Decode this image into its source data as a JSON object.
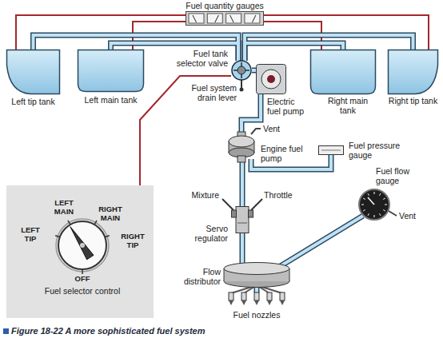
{
  "diagram": {
    "caption": "Figure 18-22 A more sophisticated fuel system",
    "nodes": [
      {
        "text": [
          "Fuel quantity gauges"
        ]
      },
      {
        "text": [
          "Left tip tank"
        ]
      },
      {
        "text": [
          "Left main tank"
        ]
      },
      {
        "text": [
          "Fuel tank selector valve"
        ]
      },
      {
        "text": [
          "Electric fuel pump"
        ]
      },
      {
        "text": [
          "Right main tank"
        ]
      },
      {
        "text": [
          "Right tip tank"
        ]
      },
      {
        "text": [
          "Engine fuel pump"
        ]
      },
      {
        "text": [
          "Fuel pressure gauge"
        ]
      },
      {
        "text": [
          "Servo regulator"
        ]
      },
      {
        "text": [
          "Fuel flow gauge"
        ]
      },
      {
        "text": [
          "LEFT MAIN",
          "RIGHT MAIN",
          "LEFT TIP",
          "RIGHT TIP",
          "OFF",
          "Fuel selector control"
        ]
      },
      {
        "text": [
          "Flow distributor"
        ]
      },
      {
        "text": [
          "Fuel nozzles"
        ]
      }
    ],
    "edges": [
      {
        "from": 0,
        "to": 1,
        "arrow": "none"
      },
      {
        "from": 0,
        "to": 2,
        "arrow": "none"
      },
      {
        "from": 0,
        "to": 5,
        "arrow": "none"
      },
      {
        "from": 0,
        "to": 6,
        "arrow": "none"
      },
      {
        "from": 1,
        "to": 3,
        "arrow": "none"
      },
      {
        "from": 2,
        "to": 3,
        "arrow": "none"
      },
      {
        "from": 5,
        "to": 3,
        "arrow": "none"
      },
      {
        "from": 6,
        "to": 3,
        "arrow": "none"
      },
      {
        "from": 11,
        "to": 3,
        "arrow": "none"
      },
      {
        "from": 3,
        "to": 4,
        "arrow": "none"
      },
      {
        "from": 4,
        "to": 7,
        "arrow": "none"
      },
      {
        "from": 7,
        "to": 8,
        "arrow": "none"
      },
      {
        "from": 7,
        "to": 9,
        "arrow": "none"
      },
      {
        "from": 9,
        "to": 12,
        "arrow": "none"
      },
      {
        "from": 12,
        "to": 10,
        "arrow": "none"
      },
      {
        "from": 12,
        "to": 13,
        "arrow": "none"
      }
    ],
    "labels": [
      "Fuel system drain lever",
      "Vent",
      "Mixture",
      "Throttle",
      "Vent"
    ]
  }
}
